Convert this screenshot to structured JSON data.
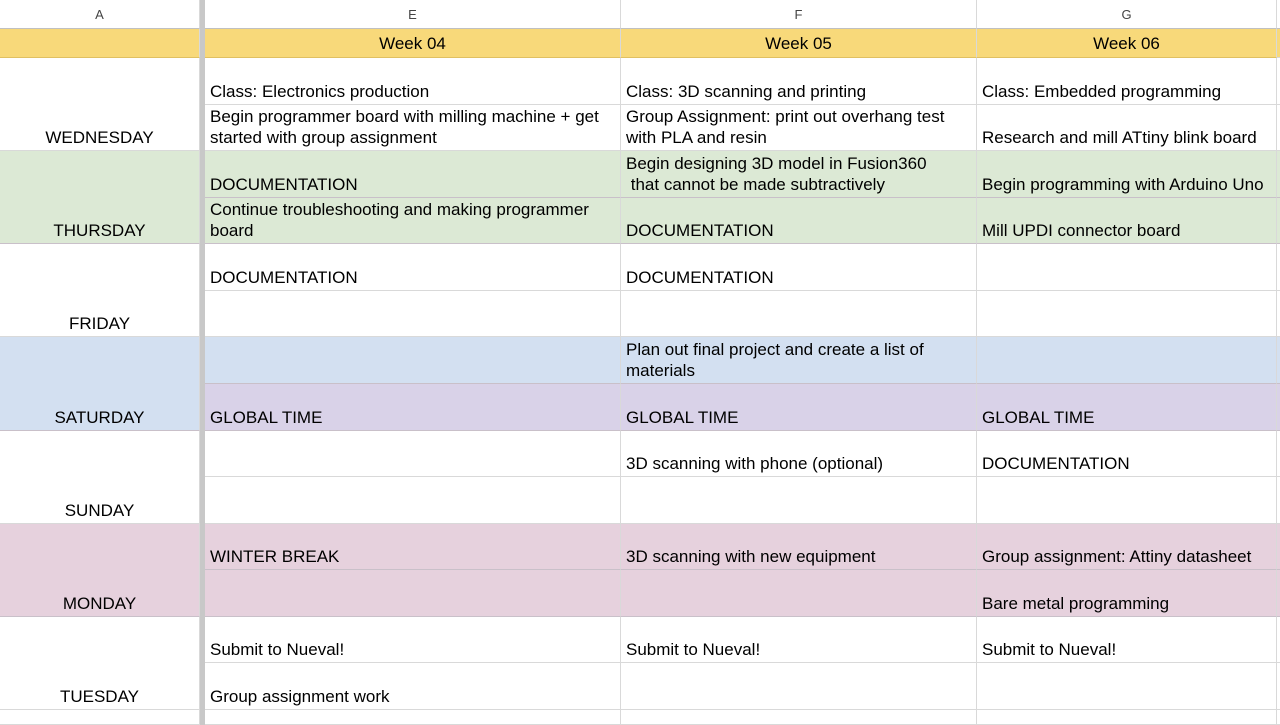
{
  "column_headers": {
    "a": "A",
    "e": "E",
    "f": "F",
    "g": "G"
  },
  "weeks": [
    "Week 04",
    "Week 05",
    "Week 06"
  ],
  "colors": {
    "week_row": "#f8d97a",
    "wednesday": "#ffffff",
    "thursday": "#dce9d5",
    "friday": "#ffffff",
    "saturday": "#d3e0f1",
    "saturday_global": "#d9d2e8",
    "sunday": "#ffffff",
    "monday": "#e6d1dd",
    "tuesday": "#ffffff"
  },
  "days": [
    {
      "name": "WEDNESDAY",
      "rows": [
        [
          "Class: Electronics production",
          "Class: 3D scanning and printing",
          "Class: Embedded programming"
        ],
        [
          "Begin programmer board with milling machine + get started with group assignment",
          "Group Assignment: print out overhang test with PLA and resin",
          "Research and mill ATtiny blink board"
        ]
      ]
    },
    {
      "name": "THURSDAY",
      "rows": [
        [
          "DOCUMENTATION",
          "Begin designing 3D model in Fusion360\n that cannot be made subtractively",
          "Begin programming with Arduino Uno"
        ],
        [
          "Continue troubleshooting and making programmer board",
          "DOCUMENTATION",
          "Mill UPDI connector board"
        ]
      ]
    },
    {
      "name": "FRIDAY",
      "rows": [
        [
          "DOCUMENTATION",
          "DOCUMENTATION",
          ""
        ],
        [
          "",
          "",
          ""
        ]
      ]
    },
    {
      "name": "SATURDAY",
      "rows": [
        [
          "",
          "Plan out final project and create a list of materials",
          ""
        ],
        [
          "GLOBAL TIME",
          "GLOBAL TIME",
          "GLOBAL TIME"
        ]
      ]
    },
    {
      "name": "SUNDAY",
      "rows": [
        [
          "",
          "3D scanning with phone (optional)",
          "DOCUMENTATION"
        ],
        [
          "",
          "",
          ""
        ]
      ]
    },
    {
      "name": "MONDAY",
      "rows": [
        [
          "WINTER BREAK",
          "3D scanning with new equipment",
          "Group assignment: Attiny datasheet"
        ],
        [
          "",
          "",
          "Bare metal programming"
        ]
      ]
    },
    {
      "name": "TUESDAY",
      "rows": [
        [
          "Submit to Nueval!",
          "Submit to Nueval!",
          "Submit to Nueval!"
        ],
        [
          "Group assignment work",
          "",
          ""
        ]
      ]
    }
  ]
}
